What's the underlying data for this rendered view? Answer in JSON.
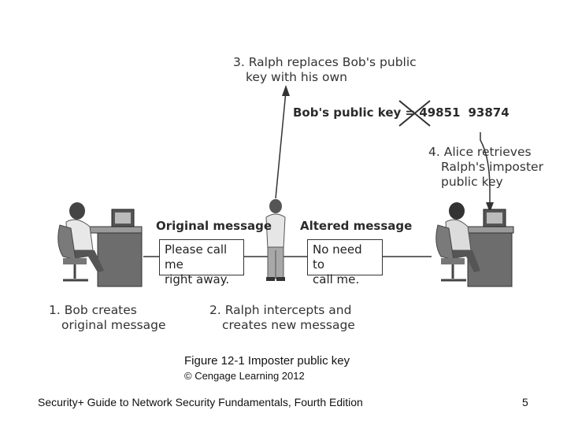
{
  "step3": {
    "line1": "3. Ralph replaces Bob's public",
    "line2": "key with his own"
  },
  "public_key": {
    "label": "Bob's public key = ",
    "crossed": "49851",
    "imposter": "93874"
  },
  "step4": {
    "line1": "4. Alice retrieves",
    "line2": "Ralph's imposter",
    "line3": "public key"
  },
  "original_message": {
    "title": "Original message",
    "line1": "Please call me",
    "line2": "right away."
  },
  "altered_message": {
    "title": "Altered message",
    "line1": "No need to",
    "line2": "call me."
  },
  "step1": {
    "line1": "1. Bob creates",
    "line2": "original message"
  },
  "step2": {
    "line1": "2. Ralph intercepts and",
    "line2": "creates new message"
  },
  "caption": {
    "figure": "Figure 12-1 Imposter public key",
    "copyright": "© Cengage Learning 2012"
  },
  "footer": {
    "book": "Security+ Guide to Network Security Fundamentals, Fourth Edition",
    "page": "5"
  }
}
